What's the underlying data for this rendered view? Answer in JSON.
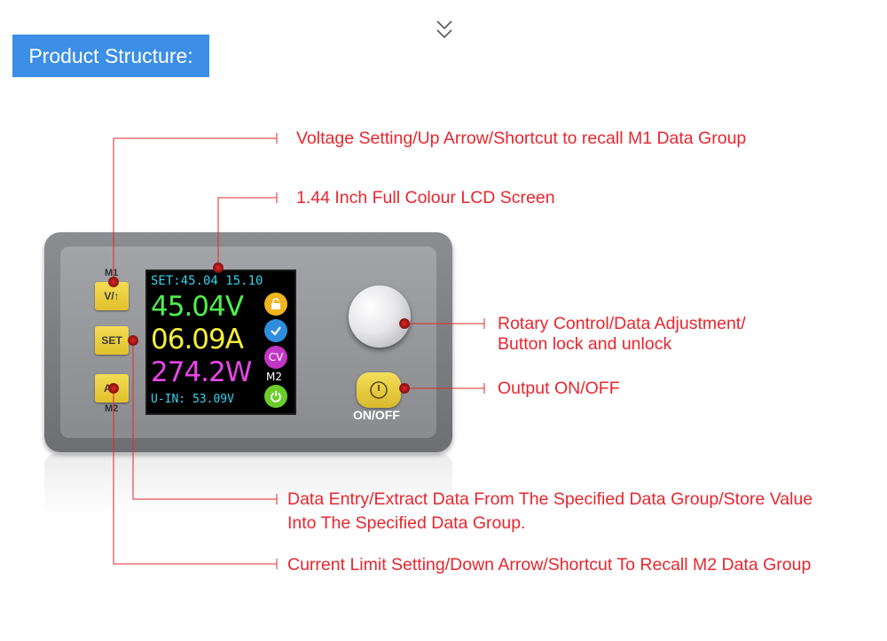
{
  "header": {
    "title": "Product Structure:"
  },
  "annotations": {
    "voltage": "Voltage Setting/Up Arrow/Shortcut to recall M1 Data Group",
    "lcd": "1.44 Inch Full Colour LCD Screen",
    "rotary_line1": "Rotary Control/Data Adjustment/",
    "rotary_line2": "Button lock and unlock",
    "output": "Output ON/OFF",
    "data_line1": "Data Entry/Extract Data From The Specified Data Group/Store Value",
    "data_line2": "Into The Specified Data Group.",
    "current": "Current Limit Setting/Down Arrow/Shortcut To Recall M2 Data Group"
  },
  "device": {
    "m1_label": "M1",
    "m2_label": "M2",
    "btn_up": "V/↑",
    "btn_set": "SET",
    "btn_down": "A/↓",
    "onoff_label": "ON/OFF",
    "lcd": {
      "set_row": "SET:45.04 15.10",
      "voltage": "45.04V",
      "current": "06.09A",
      "power": "274.2W",
      "input": "U-IN: 53.09V",
      "mode": "CV",
      "memory": "M2"
    }
  },
  "colors": {
    "banner": "#3c8ee6",
    "annotation": "#e8262e",
    "lcd_voltage": "#4ff04a",
    "lcd_current": "#f5ef3a",
    "lcd_power": "#e846e8",
    "lcd_info": "#33d4f0"
  },
  "icons": [
    "chevron-down-icon",
    "lock-icon",
    "check-icon",
    "power-icon",
    "power-button-icon"
  ]
}
